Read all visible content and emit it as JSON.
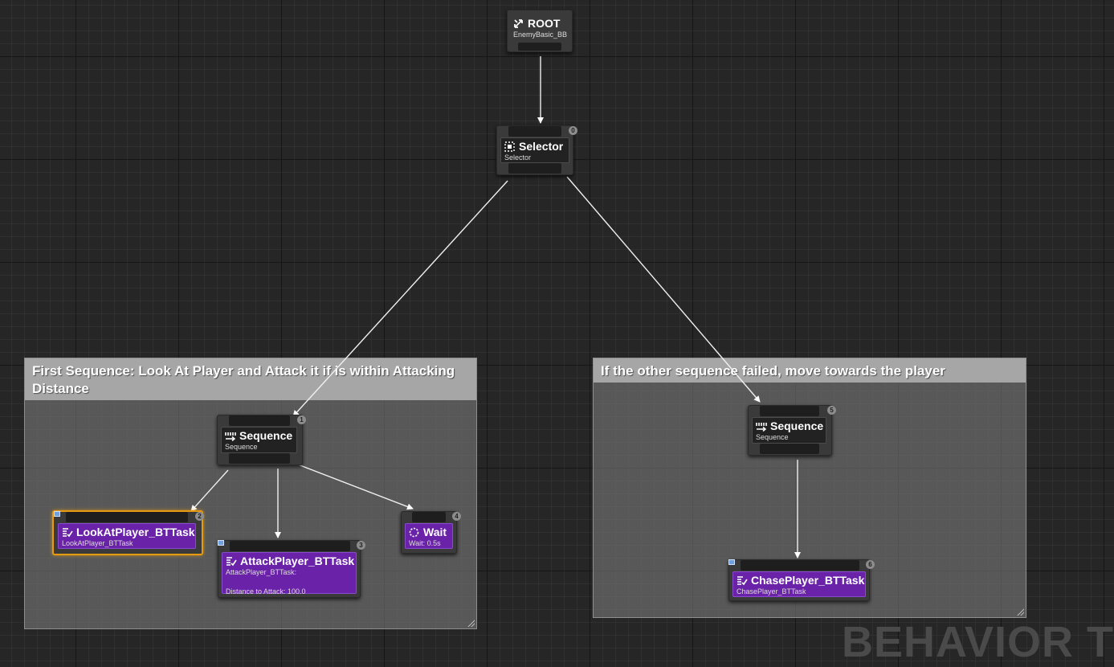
{
  "comments": {
    "first": "First Sequence: Look At Player and Attack it if is within Attacking Distance",
    "second": "If the other sequence failed, move towards the player"
  },
  "nodes": {
    "root": {
      "title": "ROOT",
      "subtitle": "EnemyBasic_BB"
    },
    "selector": {
      "title": "Selector",
      "subtitle": "Selector",
      "index": "0"
    },
    "sequence1": {
      "title": "Sequence",
      "subtitle": "Sequence",
      "index": "1"
    },
    "look": {
      "title": "LookAtPlayer_BTTask",
      "subtitle": "LookAtPlayer_BTTask",
      "index": "2"
    },
    "attack": {
      "title": "AttackPlayer_BTTask",
      "subtitle": "AttackPlayer_BTTask:",
      "detail": "Distance to Attack: 100.0",
      "index": "3"
    },
    "wait": {
      "title": "Wait",
      "subtitle": "Wait: 0.5s",
      "index": "4"
    },
    "sequence2": {
      "title": "Sequence",
      "subtitle": "Sequence",
      "index": "5"
    },
    "chase": {
      "title": "ChasePlayer_BTTask",
      "subtitle": "ChasePlayer_BTTask",
      "index": "6"
    }
  },
  "watermark": "BEHAVIOR TR",
  "icons": {
    "root": "root-icon",
    "selector": "selector-icon",
    "sequence": "sequence-icon",
    "task": "task-icon",
    "wait": "wait-icon"
  },
  "colors": {
    "task_purple": "#6a22a8",
    "selection_orange": "#e69a12",
    "comment_header": "#a6a6a6"
  }
}
